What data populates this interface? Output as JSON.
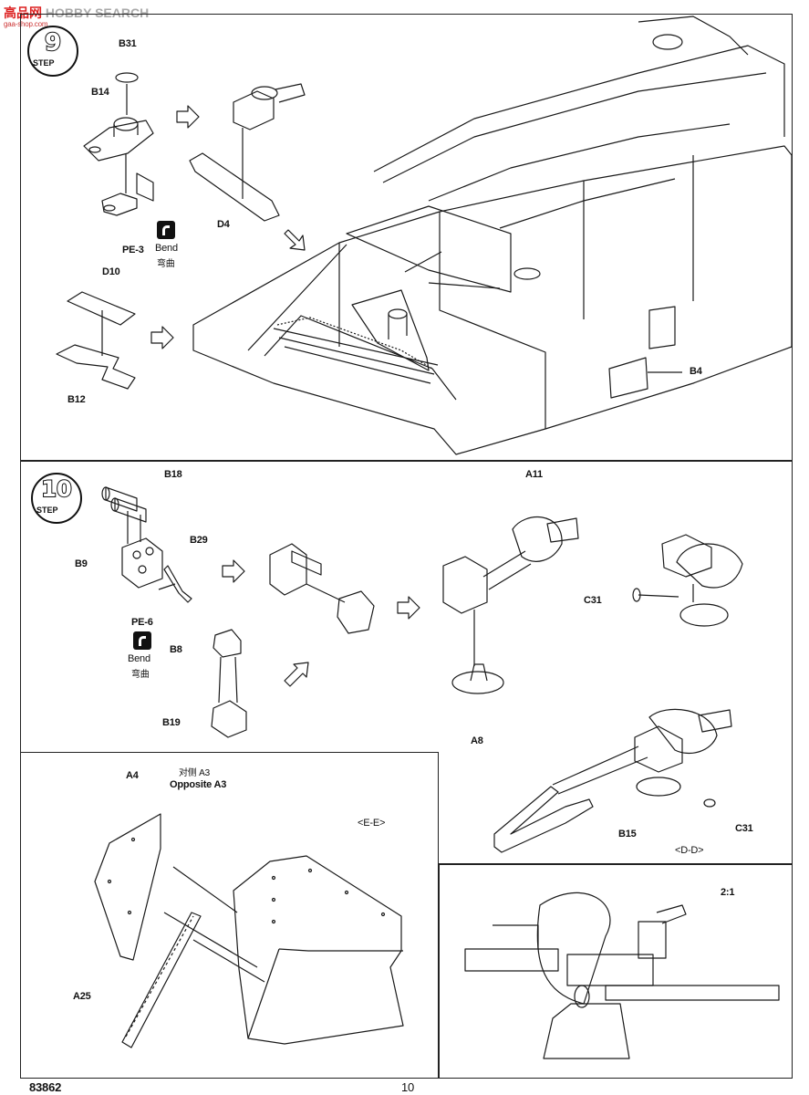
{
  "header": {
    "logo_text_red": "高品网",
    "logo_text": "HOBBY SEARCH",
    "logo_sub": "gaa-shop.com"
  },
  "step9": {
    "number": "9",
    "step_label": "STEP",
    "parts": {
      "b31": "B31",
      "b14": "B14",
      "pe3": "PE-3",
      "d4": "D4",
      "d10": "D10",
      "b12": "B12",
      "b4": "B4"
    },
    "bend_en": "Bend",
    "bend_cn": "弯曲"
  },
  "step10": {
    "number": "10",
    "step_label": "STEP",
    "parts": {
      "b18": "B18",
      "b9": "B9",
      "b29": "B29",
      "pe6": "PE-6",
      "b8": "B8",
      "b19": "B19",
      "a11": "A11",
      "c31a": "C31",
      "a8": "A8",
      "b15": "B15",
      "c31b": "C31"
    },
    "bend_en": "Bend",
    "bend_cn": "弯曲",
    "view_dd": "<D-D>"
  },
  "detail_ee": {
    "a4": "A4",
    "a25": "A25",
    "opposite_cn": "对侧 A3",
    "opposite_en": "Opposite A3",
    "view": "<E-E>"
  },
  "detail_scale": {
    "scale": "2:1"
  },
  "footer": {
    "code": "83862",
    "page": "10"
  }
}
